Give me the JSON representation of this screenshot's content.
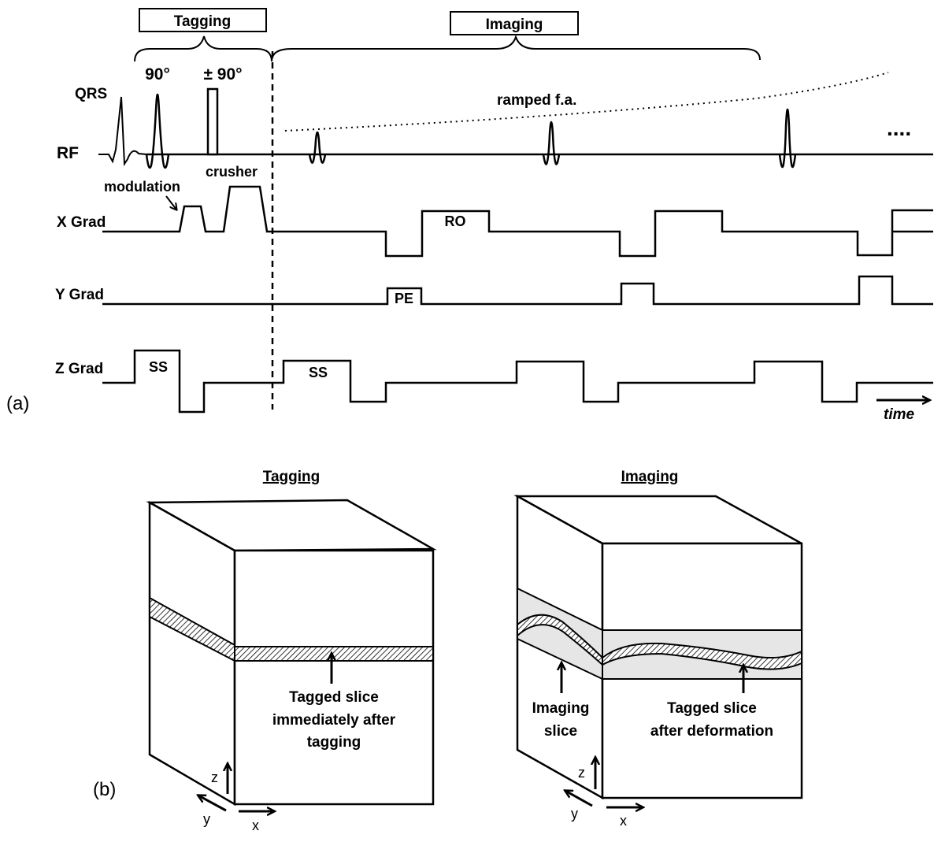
{
  "colors": {
    "ink": "#000000",
    "background": "#ffffff",
    "slab": "#e6e6e6"
  },
  "panel_a": {
    "panel_label": "(a)",
    "tagging_box": "Tagging",
    "imaging_box": "Imaging",
    "pulse_90": "90°",
    "pulse_pm90": "± 90°",
    "qrs": "QRS",
    "ramped": "ramped f.a.",
    "ellipsis": "....",
    "crusher": "crusher",
    "modulation": "modulation",
    "rows": {
      "rf": "RF",
      "x": "X Grad",
      "y": "Y Grad",
      "z": "Z Grad"
    },
    "ro": "RO",
    "pe": "PE",
    "ss_tag": "SS",
    "ss_img": "SS",
    "time": "time"
  },
  "panel_b": {
    "panel_label": "(b)",
    "tagging_title": "Tagging",
    "imaging_title": "Imaging",
    "tagged_slice": [
      "Tagged slice",
      "immediately after",
      "tagging"
    ],
    "imaging_slice": [
      "Imaging",
      "slice"
    ],
    "deformed_slice": [
      "Tagged slice",
      "after deformation"
    ],
    "axes_left": {
      "z": "z",
      "y": "y",
      "x": "x"
    },
    "axes_right": {
      "z": "z",
      "y": "y",
      "x": "x"
    }
  }
}
